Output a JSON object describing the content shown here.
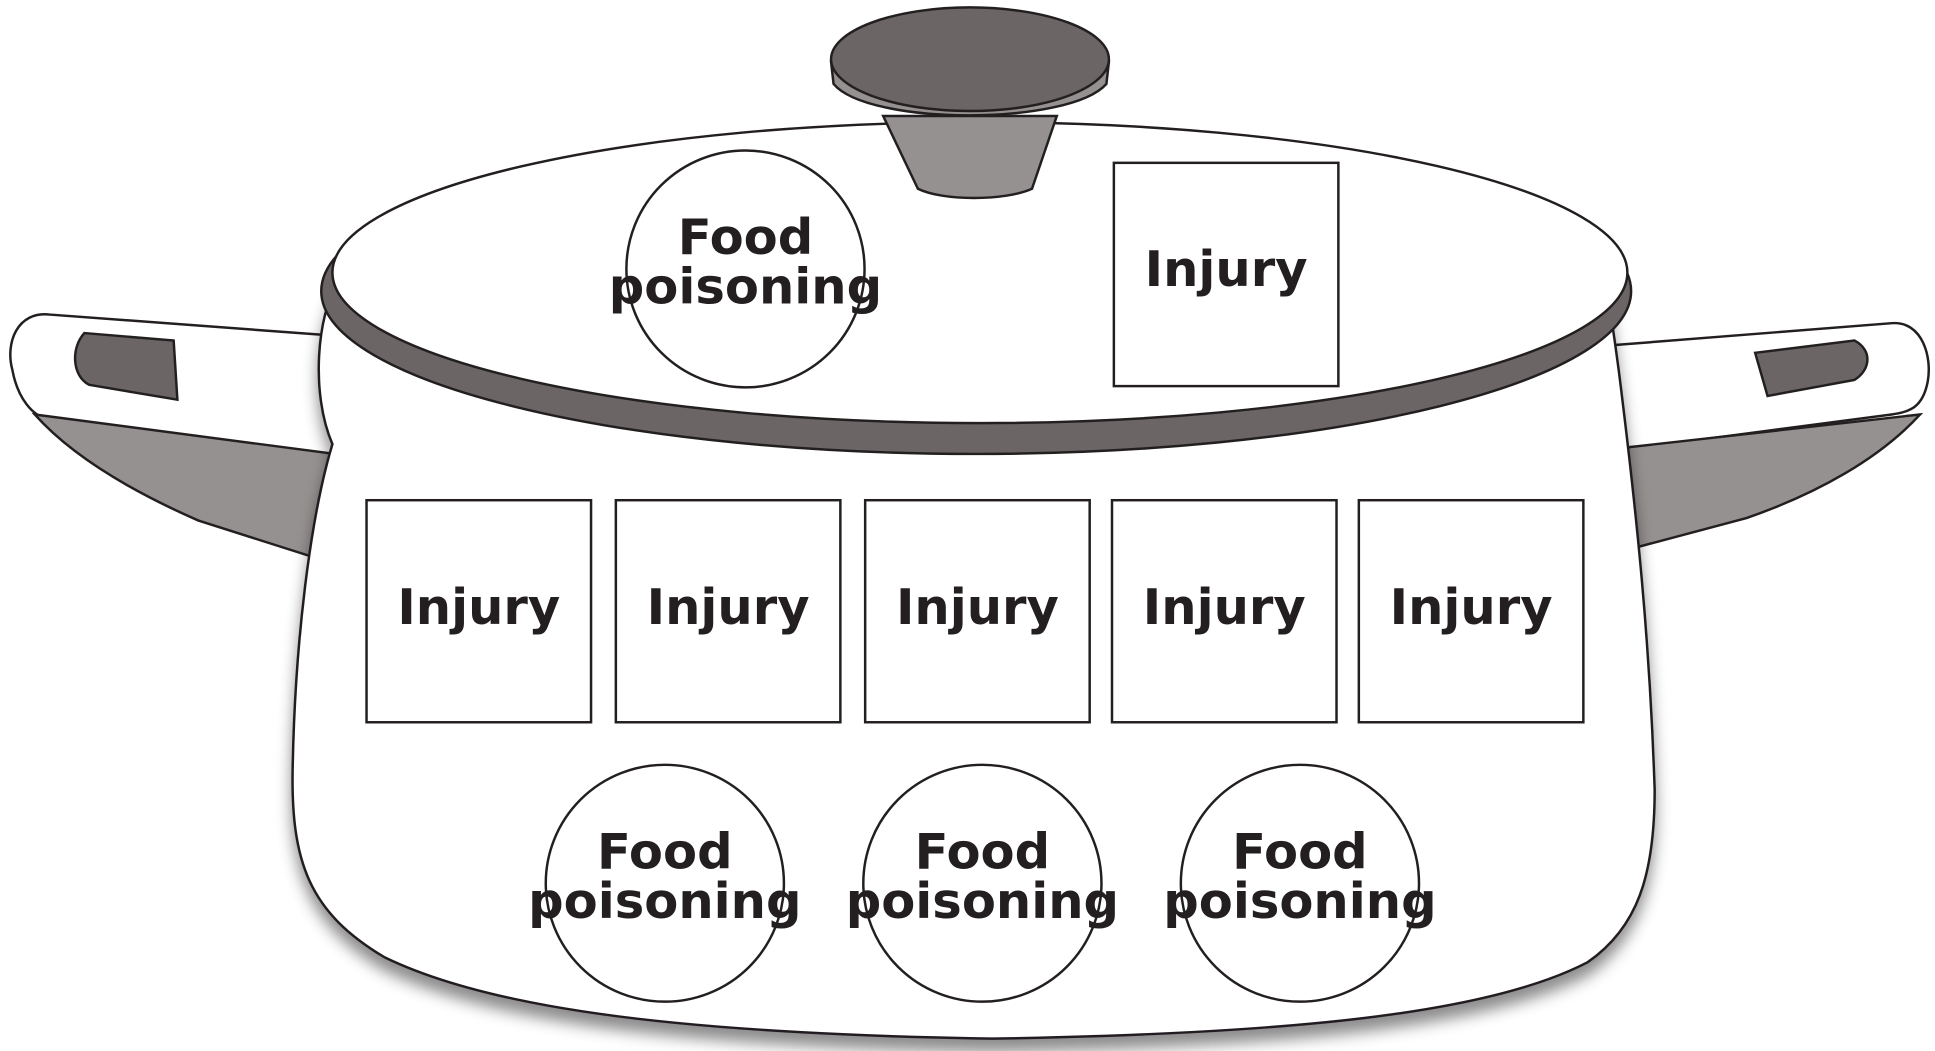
{
  "colors": {
    "outline": "#231f20",
    "dark": "#6b6665",
    "mid": "#959190",
    "white": "#ffffff"
  },
  "lid": {
    "circle": {
      "line1": "Food",
      "line2": "poisoning"
    },
    "square": {
      "label": "Injury"
    }
  },
  "body": {
    "squares": [
      {
        "label": "Injury"
      },
      {
        "label": "Injury"
      },
      {
        "label": "Injury"
      },
      {
        "label": "Injury"
      },
      {
        "label": "Injury"
      }
    ],
    "circles": [
      {
        "line1": "Food",
        "line2": "poisoning"
      },
      {
        "line1": "Food",
        "line2": "poisoning"
      },
      {
        "line1": "Food",
        "line2": "poisoning"
      }
    ]
  }
}
